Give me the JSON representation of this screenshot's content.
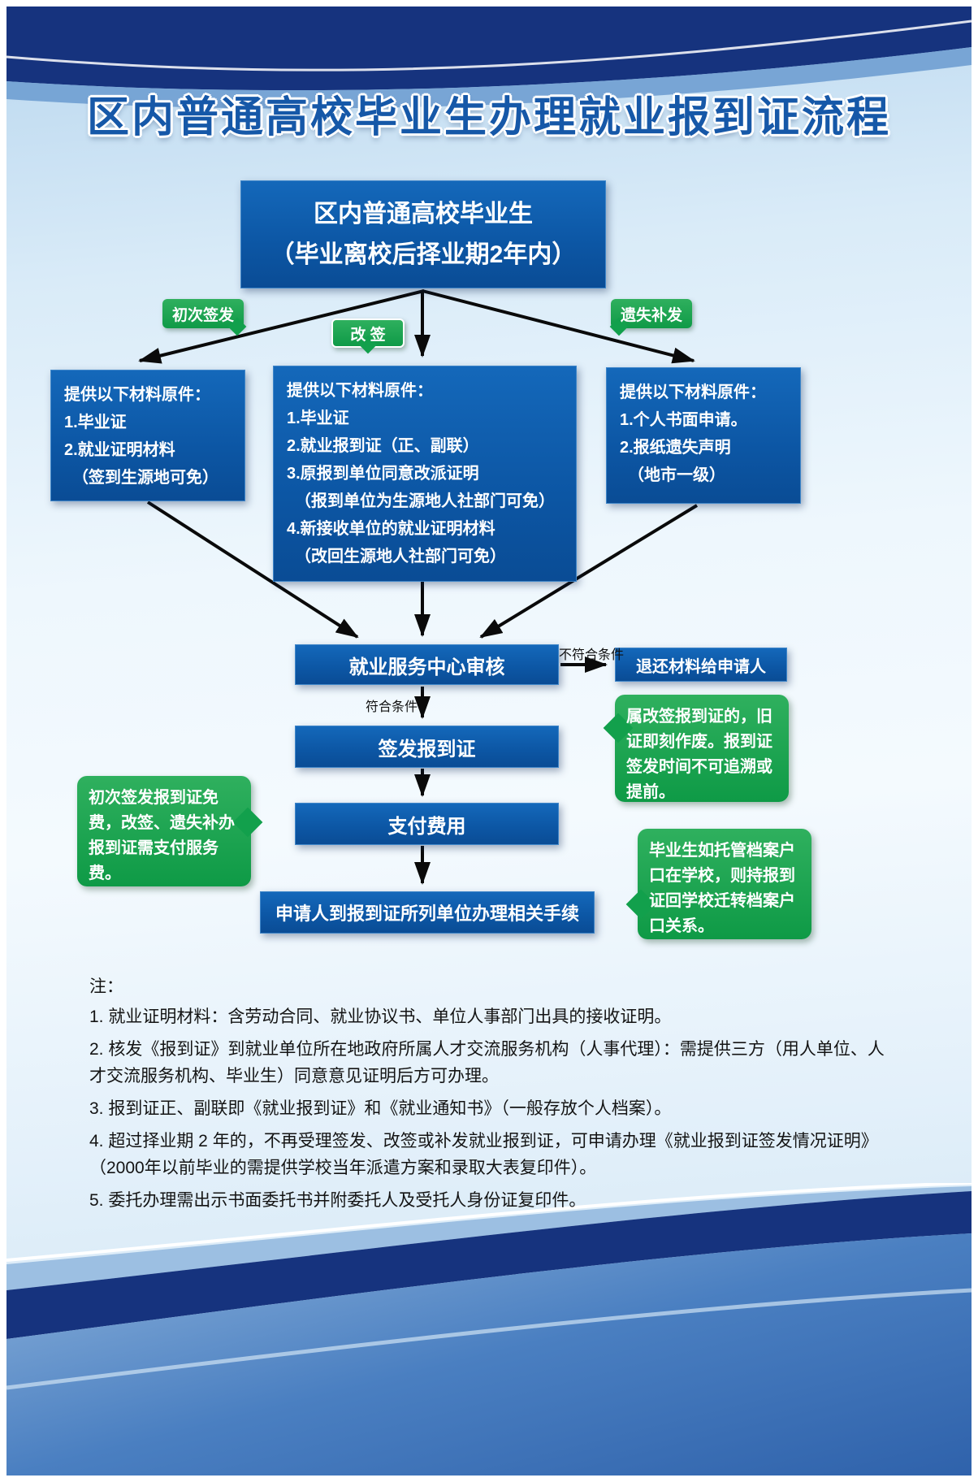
{
  "title": "区内普通高校毕业生办理就业报到证流程",
  "flow": {
    "start_box": {
      "line1": "区内普通高校毕业生",
      "line2": "（毕业离校后择业期2年内）"
    },
    "branch_labels": {
      "first_issue": "初次签发",
      "change": "改 签",
      "lost_reissue": "遗失补发"
    },
    "materials_left": {
      "lines": [
        "提供以下材料原件：",
        "1.毕业证",
        "2.就业证明材料",
        "（签到生源地可免）"
      ]
    },
    "materials_middle": {
      "lines": [
        "提供以下材料原件：",
        "1.毕业证",
        "2.就业报到证（正、副联）",
        "3.原报到单位同意改派证明",
        "（报到单位为生源地人社部门可免）",
        "4.新接收单位的就业证明材料",
        "（改回生源地人社部门可免）"
      ]
    },
    "materials_right": {
      "lines": [
        "提供以下材料原件：",
        "1.个人书面申请。",
        "2.报纸遗失声明",
        "（地市一级）"
      ]
    },
    "review_box": "就业服务中心审核",
    "reject_label": "不符合条件",
    "return_box": "退还材料给申请人",
    "accept_label": "符合条件",
    "issue_box": "签发报到证",
    "pay_box": "支付费用",
    "final_box": "申请人到报到证所列单位办理相关手续",
    "callout_reissue": "属改签报到证的，旧证即刻作废。报到证签发时间不可追溯或提前。",
    "callout_fee": "初次签发报到证免费，改签、遗失补办报到证需支付服务费。",
    "callout_archive": "毕业生如托管档案户口在学校，则持报到证回学校迁转档案户口关系。"
  },
  "notes": {
    "heading": "注：",
    "items": [
      "1. 就业证明材料：含劳动合同、就业协议书、单位人事部门出具的接收证明。",
      "2. 核发《报到证》到就业单位所在地政府所属人才交流服务机构（人事代理）：需提供三方（用人单位、人才交流服务机构、毕业生）同意意见证明后方可办理。",
      "3. 报到证正、副联即《就业报到证》和《就业通知书》（一般存放个人档案）。",
      "4. 超过择业期 2 年的，不再受理签发、改签或补发就业报到证，可申请办理《就业报到证签发情况证明》（2000年以前毕业的需提供学校当年派遣方案和录取大表复印件）。",
      "5. 委托办理需出示书面委托书并附委托人及受托人身份证复印件。"
    ]
  },
  "colors": {
    "deep_blue_box": "#0c56a4",
    "green_callout": "#12a04c",
    "navy_band": "#16337e",
    "title_blue": "#1658a8",
    "background_blue": "#cde4f4",
    "arrow_black": "#0a0a0a"
  }
}
